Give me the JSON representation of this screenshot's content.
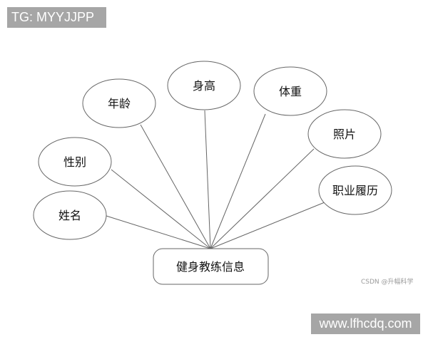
{
  "watermarks": {
    "top_left": "TG: MYYJJPP",
    "bottom_right": "www.lfhcdq.com",
    "credit": "CSDN @升幅科学"
  },
  "diagram": {
    "type": "er-entity-attributes",
    "entity": {
      "label": "健身教练信息"
    },
    "attributes": [
      {
        "label": "姓名"
      },
      {
        "label": "性别"
      },
      {
        "label": "年龄"
      },
      {
        "label": "身高"
      },
      {
        "label": "体重"
      },
      {
        "label": "照片"
      },
      {
        "label": "职业履历"
      }
    ],
    "colors": {
      "stroke": "#555555",
      "text": "#111111",
      "background": "#ffffff"
    }
  }
}
